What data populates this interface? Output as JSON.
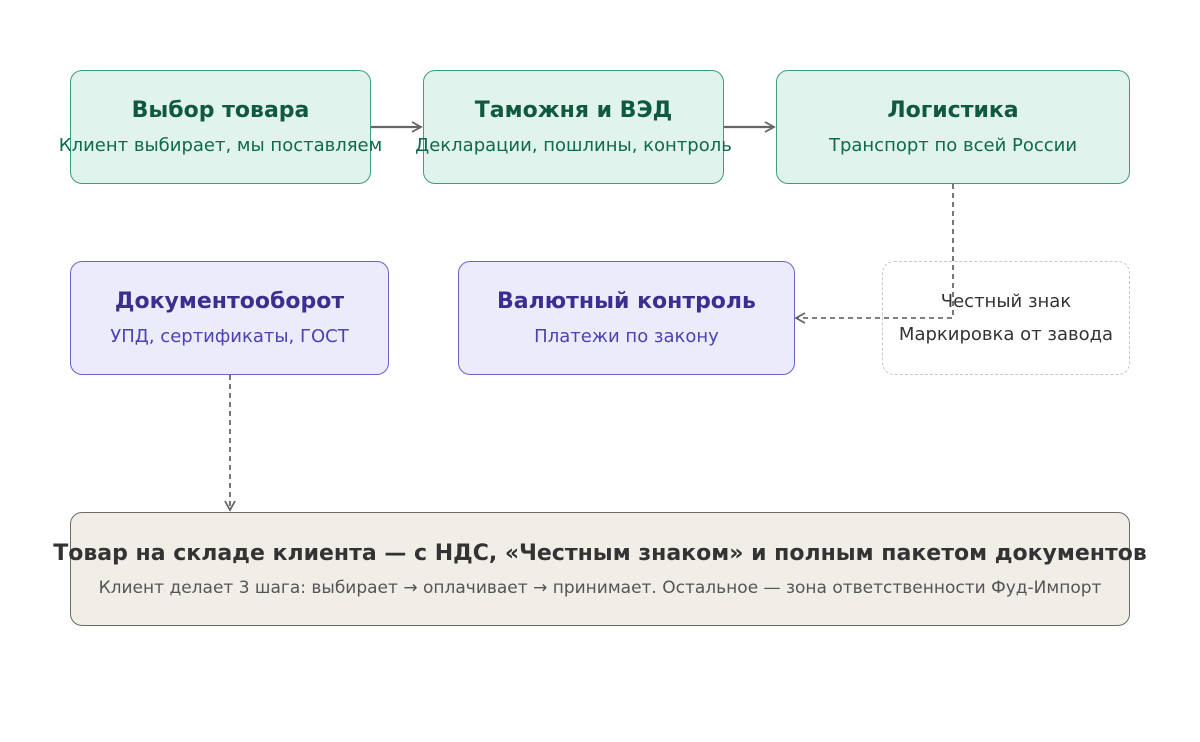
{
  "nodes": {
    "selection": {
      "title": "Выбор товара",
      "subtitle": "Клиент выбирает, мы поставляем"
    },
    "customs": {
      "title": "Таможня и ВЭД",
      "subtitle": "Декларации, пошлины, контроль"
    },
    "logistics": {
      "title": "Логистика",
      "subtitle": "Транспорт по всей России"
    },
    "documents": {
      "title": "Документооборот",
      "subtitle": "УПД, сертификаты, ГОСТ"
    },
    "currency": {
      "title": "Валютный контроль",
      "subtitle": "Платежи по закону"
    },
    "marking": {
      "title": "Честный знак",
      "subtitle": "Маркировка от завода"
    },
    "result": {
      "title": "Товар на складе клиента — с НДС, «Честным знаком» и полным пакетом документов",
      "subtitle": "Клиент делает 3 шага: выбирает → оплачивает → принимает. Остальное — зона ответственности Фуд-Импорт"
    }
  },
  "colors": {
    "green_fill": "#e0f3ec",
    "green_border": "#3f9d78",
    "purple_fill": "#ecebfb",
    "purple_border": "#6a62c9",
    "final_fill": "#f1eee8",
    "arrow": "#666666"
  }
}
